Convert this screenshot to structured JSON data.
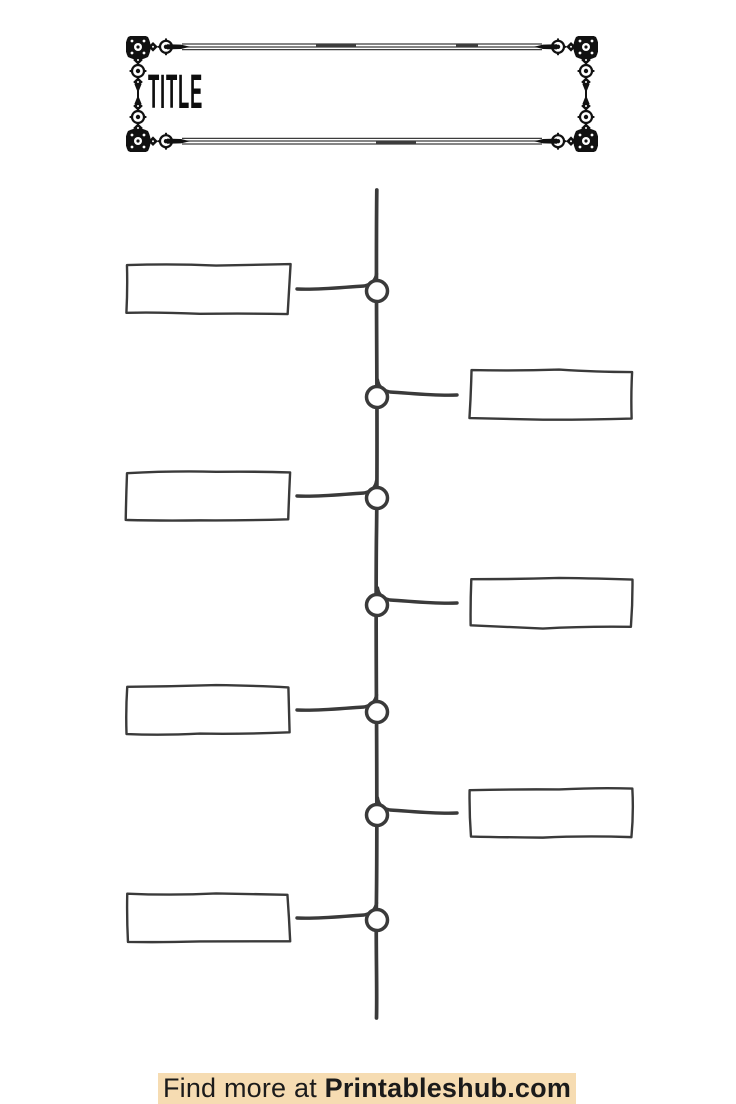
{
  "page": {
    "background_color": "#ffffff"
  },
  "title_box": {
    "label": "TITLE"
  },
  "timeline": {
    "type": "vertical-timeline-template",
    "stroke_color": "#3a3a3a",
    "node_fill": "#ffffff",
    "nodes": [
      {
        "side": "left",
        "label": ""
      },
      {
        "side": "right",
        "label": ""
      },
      {
        "side": "left",
        "label": ""
      },
      {
        "side": "right",
        "label": ""
      },
      {
        "side": "left",
        "label": ""
      },
      {
        "side": "right",
        "label": ""
      },
      {
        "side": "left",
        "label": ""
      }
    ]
  },
  "footer": {
    "prefix": "Find more at ",
    "brand": "Printableshub.com",
    "highlight_color": "#f6dcb2",
    "text_color": "#1b1b1b"
  }
}
